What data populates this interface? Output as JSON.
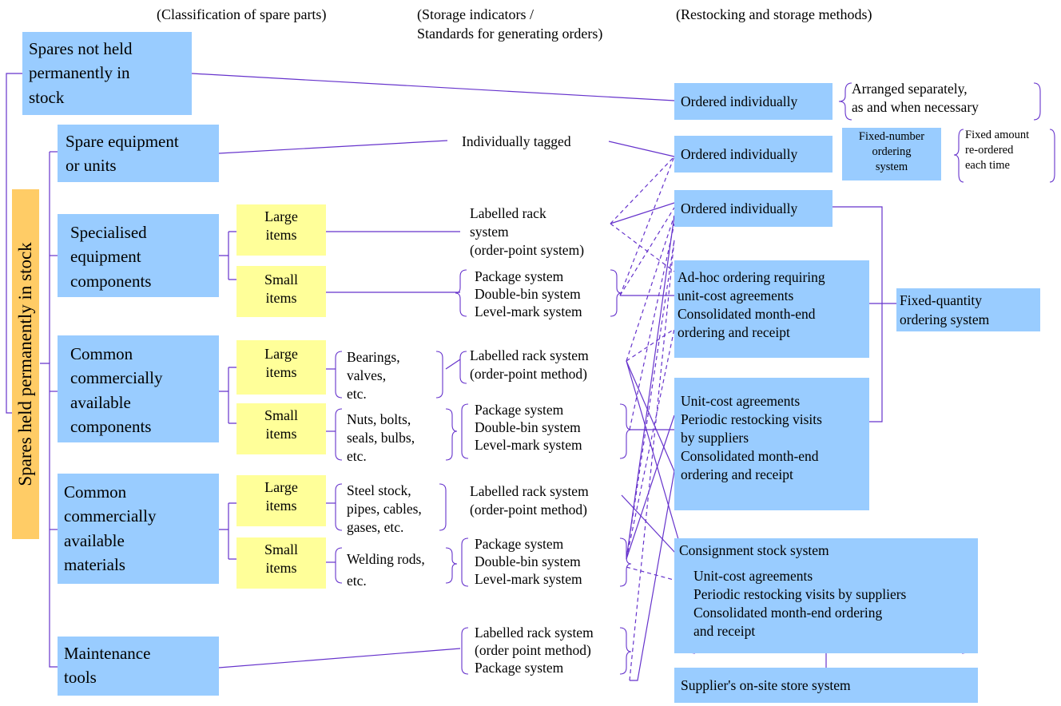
{
  "headers": {
    "classification": "(Classification of spare parts)",
    "storage": "(Storage indicators /\nStandards for generating orders)",
    "restocking": "(Restocking and storage methods)"
  },
  "left": {
    "not_held": "Spares not held\npermanently in\nstock",
    "held_vertical": "Spares held permanently in stock"
  },
  "categories": {
    "spare_equipment": "Spare equipment\nor units",
    "specialised": "Specialised\nequipment\ncomponents",
    "common_components": "Common\ncommercially\navailable\ncomponents",
    "common_materials": "Common\ncommercially\navailable\nmaterials",
    "maintenance_tools": "Maintenance\ntools"
  },
  "sizes": {
    "large": "Large\nitems",
    "small": "Small\nitems"
  },
  "examples": {
    "bearings": "Bearings,\nvalves,\netc.",
    "nuts": "Nuts, bolts,\nseals, bulbs,\netc.",
    "steel": "Steel stock,\npipes, cables,\ngases, etc.",
    "welding": "Welding rods,\netc."
  },
  "storage": {
    "individually_tagged": "Individually tagged",
    "rack_order_point_system": "Labelled rack\nsystem\n(order-point system)",
    "package_group": "Package system\nDouble-bin system\nLevel-mark system",
    "rack_order_point_method": "Labelled rack system\n(order-point method)",
    "tools_group": "Labelled rack system\n(order point method)\nPackage system"
  },
  "methods": {
    "ordered_individually": "Ordered individually",
    "arranged_separately": "Arranged separately,\nas and when necessary",
    "fixed_number": "Fixed-number\nordering\nsystem",
    "fixed_amount": "Fixed amount\nre-ordered\neach time",
    "adhoc": "Ad-hoc ordering requiring\nunit-cost agreements\nConsolidated month-end\nordering and receipt",
    "fixed_quantity": "Fixed-quantity\nordering system",
    "unit_cost": "Unit-cost agreements\nPeriodic restocking visits\nby suppliers\nConsolidated month-end\nordering and receipt",
    "consignment_title": "Consignment stock system",
    "consignment_items": "Unit-cost agreements\nPeriodic restocking visits by suppliers\nConsolidated month-end ordering\nand receipt",
    "supplier_store": "Supplier's on-site store system"
  },
  "colors": {
    "category_fill": "#99ccff",
    "size_fill": "#ffff99",
    "vertical_fill": "#ffcc66",
    "line": "#6633cc"
  }
}
